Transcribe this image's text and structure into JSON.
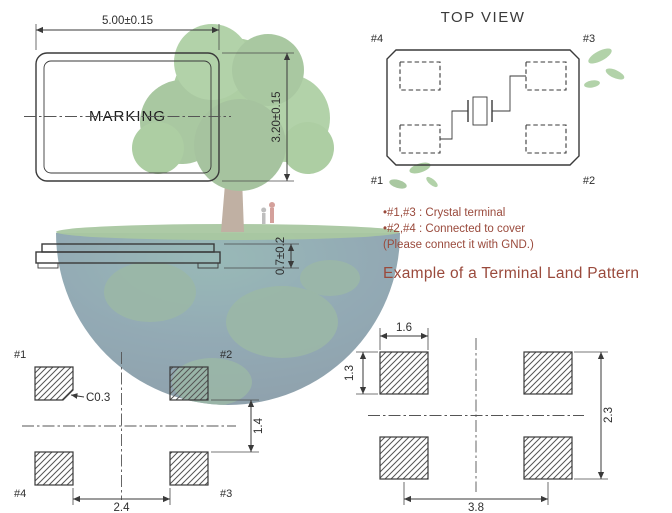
{
  "package_view": {
    "dim_width": "5.00±0.15",
    "dim_height": "3.20±0.15",
    "marking_label": "MARKING"
  },
  "side_view": {
    "dim_thickness": "0.7±0.2"
  },
  "top_view": {
    "title": "TOP VIEW",
    "pin_top_left": "#4",
    "pin_top_right": "#3",
    "pin_bottom_left": "#1",
    "pin_bottom_right": "#2",
    "notes": {
      "line1": "•#1,#3 : Crystal terminal",
      "line2": "•#2,#4 : Connected to cover",
      "line3": "(Please connect it with GND.)"
    }
  },
  "land_pattern": {
    "heading": "Example of a Terminal Land Pattern",
    "left": {
      "pin_top_left": "#1",
      "pin_top_right": "#2",
      "pin_bottom_left": "#4",
      "pin_bottom_right": "#3",
      "chamfer_label": "C0.3",
      "dim_vertical_gap": "1.4",
      "dim_horizontal_gap": "2.4"
    },
    "right": {
      "dim_pad_width": "1.6",
      "dim_pad_height": "1.3",
      "dim_vertical_span": "2.3",
      "dim_horizontal_pitch": "3.8"
    }
  },
  "colors": {
    "line": "#3a3a3a",
    "accent": "#9a4a3c",
    "tree_green": "#54983F",
    "earth_teal": "#1E4D63"
  }
}
